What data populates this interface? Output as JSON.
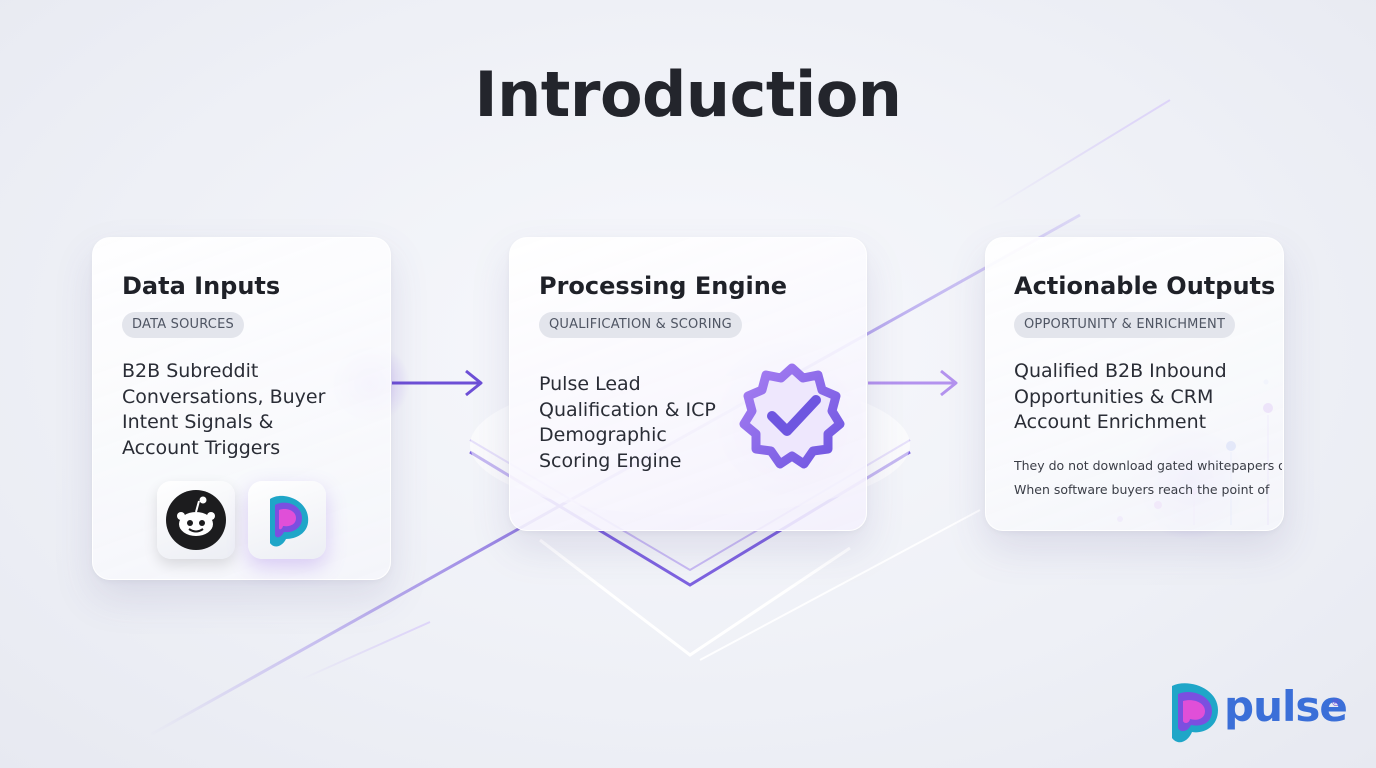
{
  "title": "Introduction",
  "cards": [
    {
      "title": "Data Inputs",
      "badge": "DATA SOURCES",
      "body_lines": [
        "B2B Subreddit",
        "Conversations, Buyer",
        "Intent Signals &",
        "Account Triggers"
      ],
      "icons": [
        "reddit-icon",
        "pulse-app-icon"
      ]
    },
    {
      "title": "Processing Engine",
      "badge": "QUALIFICATION & SCORING",
      "body_lines": [
        "Pulse Lead",
        "Qualification & ICP",
        "Demographic",
        "Scoring Engine"
      ],
      "icons": [
        "verified-badge-check-icon"
      ]
    },
    {
      "title": "Actionable Outputs",
      "badge": "OPPORTUNITY & ENRICHMENT",
      "body_lines": [
        "Qualified B2B Inbound",
        "Opportunities & CRM",
        "Account Enrichment"
      ],
      "small_lines": [
        "They do not download gated whitepapers o",
        "When software buyers reach the point of"
      ]
    }
  ],
  "flow_arrows": [
    "arrow-right-icon",
    "arrow-right-icon"
  ],
  "brand": {
    "name": "pulse",
    "mark": "®"
  },
  "colors": {
    "accent": "#7b5ce6",
    "accent_light": "#b39cf0",
    "logo_teal": "#1fa6c8",
    "logo_pink": "#e04fd8"
  }
}
